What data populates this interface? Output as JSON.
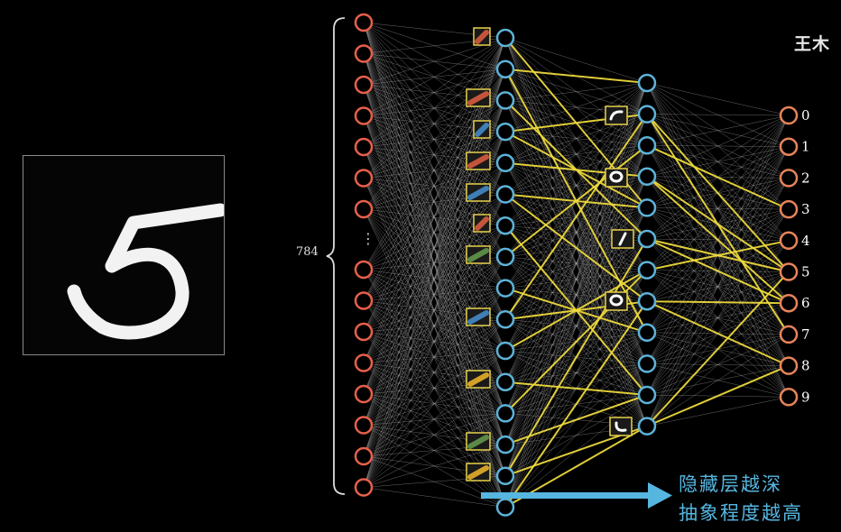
{
  "watermark": {
    "text": "王木"
  },
  "input_layer": {
    "count_label": "784",
    "ellipsis": "⋮"
  },
  "output_labels": [
    "0",
    "1",
    "2",
    "3",
    "4",
    "5",
    "6",
    "7",
    "8",
    "9"
  ],
  "caption": {
    "line1": "隐藏层越深",
    "line2": "抽象程度越高"
  },
  "colors": {
    "background": "#000000",
    "input_neuron": "#e8604a",
    "hidden_neuron": "#5db3da",
    "output_neuron": "#e8845a",
    "highlight_edge": "#f0dc3c",
    "thin_edge": "#bbbbbb",
    "arrow": "#56b6e0"
  },
  "icons": {
    "layer1_features": [
      "red-stroke",
      "red-stroke",
      "blue-stroke",
      "red-stroke",
      "blue-stroke",
      "red-stroke",
      "green-stroke",
      "blue-stroke",
      "gold-stroke",
      "green-stroke",
      "gold-stroke"
    ],
    "layer2_features": [
      "top-arc",
      "loop",
      "vertical-line",
      "loop",
      "bottom-arc"
    ]
  }
}
